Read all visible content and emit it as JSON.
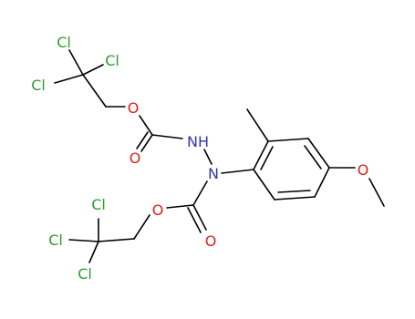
{
  "molecule": {
    "atoms": {
      "cl1": "Cl",
      "cl2": "Cl",
      "cl3": "Cl",
      "o_ester_top": "O",
      "o_carbonyl_top": "O",
      "nh": "NH",
      "n": "N",
      "o_ester_bottom": "O",
      "o_carbonyl_bottom": "O",
      "cl4": "Cl",
      "cl5": "Cl",
      "cl6": "Cl",
      "o_methoxy": "O"
    }
  },
  "colors": {
    "bond": "#000000",
    "chlorine": "#2e9c2e",
    "oxygen": "#e0201b",
    "nitrogen": "#3434a8",
    "background": "#ffffff"
  }
}
